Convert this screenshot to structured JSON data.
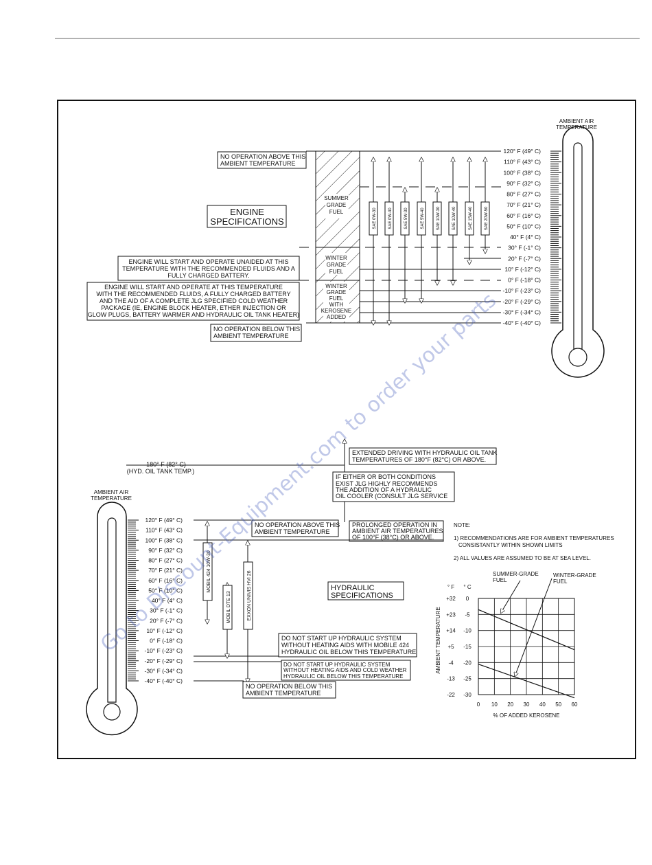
{
  "engine": {
    "ambient_label": [
      "AMBIENT AIR",
      "TEMPERATURE"
    ],
    "temps": [
      "120° F (49° C)",
      "110° F (43° C)",
      "100° F (38° C)",
      "90° F (32° C)",
      "80° F (27° C)",
      "70° F (21° C)",
      "60° F (16° C)",
      "50° F (10° C)",
      "40° F (4° C)",
      "30° F (-1° C)",
      "20° F (-7° C)",
      "10° F (-12° C)",
      "0° F (-18° C)",
      "-10° F (-23° C)",
      "-20° F (-29° C)",
      "-30° F (-34° C)",
      "-40° F (-40° C)"
    ],
    "no_op_above": [
      "NO OPERATION ABOVE THIS",
      "AMBIENT TEMPERATURE"
    ],
    "title": [
      "ENGINE",
      "SPECIFICATIONS"
    ],
    "unaided": [
      "ENGINE WILL START AND OPERATE UNAIDED AT THIS",
      "TEMPERATURE WITH THE RECOMMENDED FLUIDS AND A",
      "FULLY CHARGED BATTERY."
    ],
    "aided": [
      "ENGINE WILL START AND OPERATE AT THIS TEMPERATURE",
      "WITH THE RECOMMENDED FLUIDS, A FULLY CHARGED BATTERY",
      "AND THE AID OF A COMPLETE JLG SPECIFIED COLD WEATHER",
      "PACKAGE (IE, ENGINE BLOCK HEATER, ETHER INJECTION OR",
      "GLOW PLUGS, BATTERY WARMER AND HYDRAULIC OIL TANK HEATER)"
    ],
    "no_op_below": [
      "NO OPERATION BELOW THIS",
      "AMBIENT TEMPERATURE"
    ],
    "fuel_summer": [
      "SUMMER",
      "GRADE",
      "FUEL"
    ],
    "fuel_winter": [
      "WINTER",
      "GRADE",
      "FUEL"
    ],
    "fuel_kerosene": [
      "WINTER",
      "GRADE",
      "FUEL",
      "WITH",
      "KEROSENE",
      "ADDED"
    ],
    "oils": [
      "SAE 0W-30",
      "SAE 0W-40",
      "SAE 5W-30",
      "SAE 5W-40",
      "SAE 10W-30",
      "SAE 10W-40",
      "SAE 15W-40",
      "SAE 20W-50"
    ]
  },
  "hydraulic": {
    "ambient_label": [
      "AMBIENT AIR",
      "TEMPERATURE"
    ],
    "temps": [
      "120° F (49° C)",
      "110° F (43° C)",
      "100° F (38° C)",
      "90° F (32° C)",
      "80° F (27° C)",
      "70° F (21° C)",
      "60° F (16° C)",
      "50° F (10° C)",
      "40° F (4° C)",
      "30° F (-1° C)",
      "20° F (-7° C)",
      "10° F (-12° C)",
      "0° F (-18° C)",
      "-10° F (-23° C)",
      "-20° F (-29° C)",
      "-30° F (-34° C)",
      "-40° F (-40° C)"
    ],
    "tank_temp": [
      "180° F (82° C)",
      "(HYD. OIL TANK TEMP.)"
    ],
    "extended": [
      "EXTENDED DRIVING WITH HYDRAULIC OIL TANK",
      "TEMPERATURES OF 180°F (82°C) OR ABOVE."
    ],
    "conditions": [
      "IF EITHER OR BOTH CONDITIONS",
      "EXIST JLG HIGHLY RECOMMENDS",
      "THE ADDITION OF A HYDRAULIC",
      "OIL COOLER (CONSULT JLG SERVICE"
    ],
    "prolonged": [
      "PROLONGED OPERATION IN",
      "AMBIENT AIR TEMPERATURES",
      "OF 100°F (38°C) OR ABOVE."
    ],
    "no_op_above": [
      "NO OPERATION ABOVE THIS",
      "AMBIENT TEMPERATURE"
    ],
    "title": [
      "HYDRAULIC",
      "SPECIFICATIONS"
    ],
    "no_start_mobile": [
      "DO NOT START UP HYDRAULIC SYSTEM",
      "WITHOUT HEATING AIDS WITH MOBILE 424",
      "HYDRAULIC OIL BELOW THIS TEMPERATURE"
    ],
    "no_start_cold": [
      "DO NOT START UP HYDRAULIC SYSTEM",
      "WITHOUT HEATING AIDS AND COLD WEATHER",
      "HYDRAULIC OIL BELOW THIS TEMPERATURE"
    ],
    "no_op_below": [
      "NO OPERATION BELOW THIS",
      "AMBIENT TEMPERATURE"
    ],
    "oils": [
      "MOBIL 424 10W-30",
      "MOBIL DTE 13",
      "EXXON UNIVIS HVI 26"
    ]
  },
  "notes": {
    "heading": "NOTE:",
    "items": [
      "1) RECOMMENDATIONS ARE FOR AMBIENT TEMPERATURES",
      "CONSISTANTLY WITHIN SHOWN LIMITS",
      "2) ALL VALUES ARE ASSUMED TO BE AT SEA LEVEL."
    ]
  },
  "chart_data": {
    "type": "line",
    "xlabel": "% OF ADDED KEROSENE",
    "ylabel": "AMBIENT TEMPERATURE",
    "unit_f": "° F",
    "unit_c": "° C",
    "x_ticks": [
      "0",
      "10",
      "20",
      "30",
      "40",
      "50",
      "60"
    ],
    "y_ticks_f": [
      "+32",
      "+23",
      "+14",
      "+5",
      "-4",
      "-13",
      "-22"
    ],
    "y_ticks_c": [
      "0",
      "-5",
      "-10",
      "-15",
      "-20",
      "-25",
      "-30"
    ],
    "xlim": [
      0,
      60
    ],
    "ylim_c": [
      -30,
      0
    ],
    "grid": true,
    "series": [
      {
        "name": "SUMMER-GRADE FUEL",
        "x": [
          0,
          60
        ],
        "y": [
          -3.5,
          -16
        ]
      },
      {
        "name": "WINTER-GRADE FUEL",
        "x": [
          0,
          60
        ],
        "y": [
          -20.5,
          -31
        ]
      }
    ],
    "series_label_summer": [
      "SUMMER-GRADE",
      "FUEL"
    ],
    "series_label_winter": [
      "WINTER-GRADE",
      "FUEL"
    ]
  },
  "watermark": "Go to Discount-Equipment.com to order your parts"
}
